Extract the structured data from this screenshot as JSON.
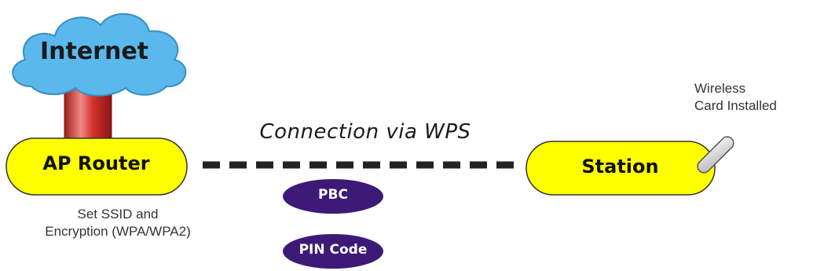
{
  "cloud": {
    "label": "Internet"
  },
  "ap_router": {
    "label": "AP Router",
    "note_line1": "Set SSID and",
    "note_line2": "Encryption (WPA/WPA2)"
  },
  "station": {
    "label": "Station",
    "note_line1": "Wireless",
    "note_line2": "Card Installed"
  },
  "connection": {
    "title": "Connection via WPS"
  },
  "methods": {
    "pbc": "PBC",
    "pin": "PIN Code"
  },
  "colors": {
    "cloud_fill": "#5bb8ec",
    "pill_fill": "#ffff00",
    "method_fill": "#3d1a78",
    "pipe_red": "#d4322b",
    "line": "#222222"
  }
}
